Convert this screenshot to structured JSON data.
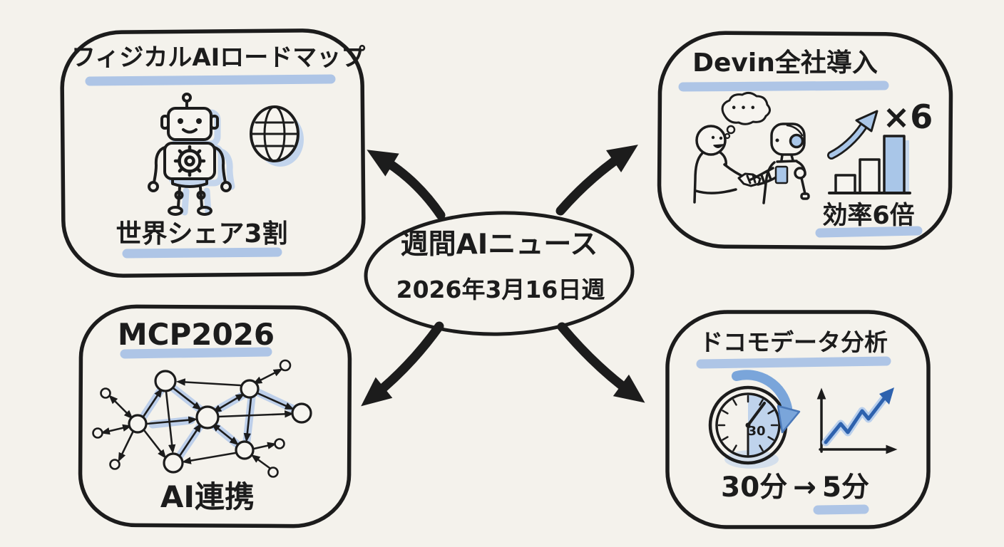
{
  "palette": {
    "paper": "#f4f2ec",
    "ink": "#1c1c1c",
    "highlight_blue": "#abc3e6",
    "fill_blue": "#a9c6e8",
    "medium_blue": "#7aa5da",
    "dark_blue": "#2e62ae"
  },
  "center_bubble": {
    "line1": "週間AIニュース",
    "line2": "2026年3月16日週"
  },
  "boxes": {
    "physical_ai": {
      "title": "フィジカルAIロードマップ",
      "caption": "世界シェア3割",
      "icons": [
        "robot-icon",
        "globe-icon"
      ]
    },
    "devin": {
      "title": "Devin全社導入",
      "thought_dots": "•••",
      "multiplier": "×6",
      "caption": "効率6倍",
      "icons": [
        "handshake-icon",
        "thought-bubble-icon",
        "growth-arrow-icon",
        "bar-chart-icon"
      ]
    },
    "mcp": {
      "title": "MCP2026",
      "caption": "AI連携",
      "icons": [
        "network-graph-icon"
      ]
    },
    "docomo": {
      "title": "ドコモデータ分析",
      "clock_value": "30",
      "caption_from": "30分",
      "caption_arrow": "→",
      "caption_to": "5分",
      "icons": [
        "clock-icon",
        "sweep-arrow-icon",
        "line-chart-icon"
      ]
    }
  }
}
